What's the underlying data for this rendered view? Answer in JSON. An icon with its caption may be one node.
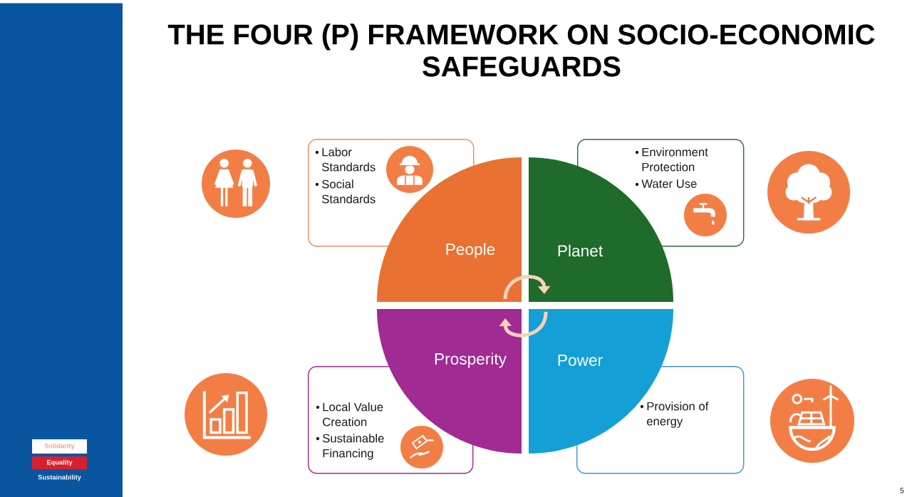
{
  "diagram": {
    "title": "THE FOUR (P) FRAMEWORK ON SOCIO-ECONOMIC SAFEGUARDS",
    "nodes": [
      {
        "text": [
          "Labor Standards",
          "Social Standards"
        ]
      },
      {
        "text": [
          "Environment Protection",
          "Water Use"
        ]
      },
      {
        "text": [
          "People"
        ]
      },
      {
        "text": [
          "Planet"
        ]
      },
      {
        "text": [
          "Prosperity"
        ]
      },
      {
        "text": [
          "Power"
        ]
      },
      {
        "text": [
          "Local Value Creation",
          "Sustainable Financing"
        ]
      },
      {
        "text": [
          "Provision of energy"
        ]
      }
    ],
    "edges": [
      {
        "from": 2,
        "to": 3,
        "arrow": "to"
      },
      {
        "from": 5,
        "to": 4,
        "arrow": "to"
      }
    ],
    "labels": [
      "Solidarity",
      "Equality",
      "Sustainability",
      "5"
    ]
  }
}
